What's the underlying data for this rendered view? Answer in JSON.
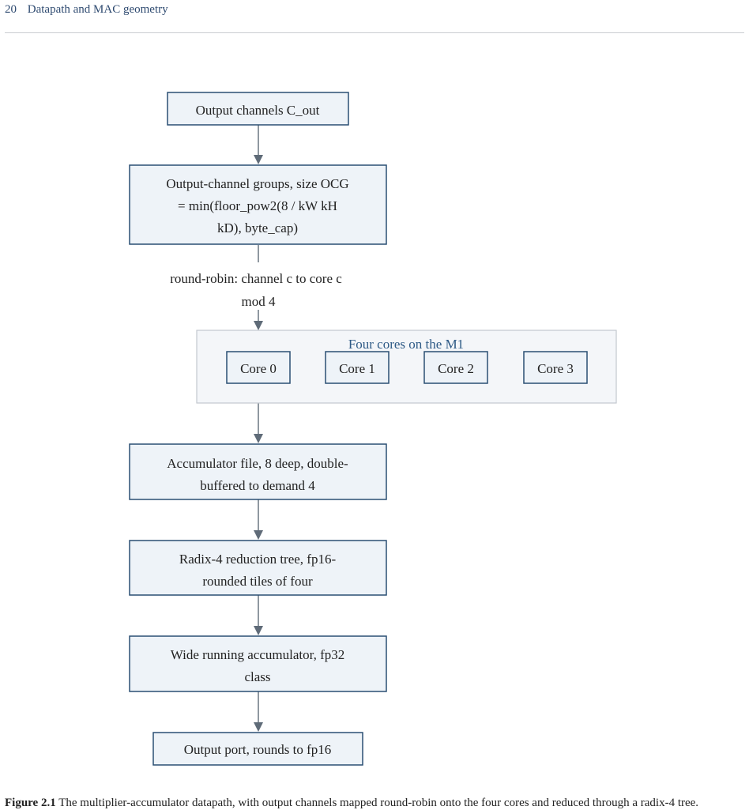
{
  "header": {
    "page_number": "20",
    "section_title": "Datapath and MAC geometry"
  },
  "diagram": {
    "nodes": [
      {
        "id": "out-channels",
        "lines": [
          "Output channels C_out"
        ]
      },
      {
        "id": "ocg",
        "lines": [
          "Output-channel groups, size OCG",
          "= min(floor_pow2(8 / kW kH",
          "kD), byte_cap)"
        ]
      },
      {
        "id": "accum-file",
        "lines": [
          "Accumulator file, 8 deep, double-",
          "buffered to demand 4"
        ]
      },
      {
        "id": "radix4",
        "lines": [
          "Radix-4 reduction tree, fp16-",
          "rounded tiles of four"
        ]
      },
      {
        "id": "wide-accum",
        "lines": [
          "Wide running accumulator, fp32",
          "class"
        ]
      },
      {
        "id": "output-port",
        "lines": [
          "Output port, rounds to fp16"
        ]
      }
    ],
    "edge_label": [
      "round-robin: channel c to core c",
      "mod 4"
    ],
    "cluster": {
      "title": "Four cores on the M1",
      "cores": [
        "Core 0",
        "Core 1",
        "Core 2",
        "Core 3"
      ]
    }
  },
  "caption": {
    "label": "Figure 2.1",
    "text": "The multiplier-accumulator datapath, with output channels mapped round-robin onto the four cores and reduced through a radix-4 tree."
  }
}
